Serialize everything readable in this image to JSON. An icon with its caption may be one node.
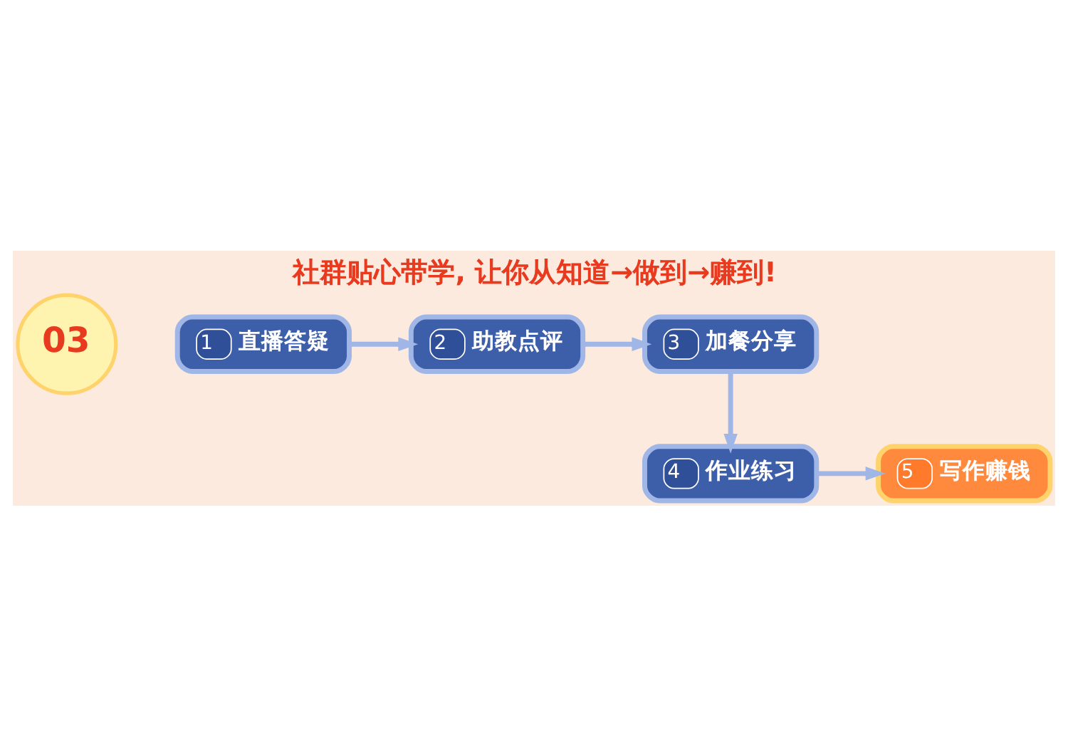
{
  "diagram": {
    "title": "社群贴心带学, 让你从知道→做到→赚到!",
    "nodes": [
      {
        "text": [
          "03"
        ]
      },
      {
        "text": [
          "1",
          "直播答疑"
        ]
      },
      {
        "text": [
          "2",
          "助教点评"
        ]
      },
      {
        "text": [
          "3",
          "加餐分享"
        ]
      },
      {
        "text": [
          "4",
          "作业练习"
        ]
      },
      {
        "text": [
          "5",
          "写作赚钱"
        ]
      }
    ],
    "edges": [
      {
        "from": 1,
        "to": 2,
        "arrow": "to"
      },
      {
        "from": 2,
        "to": 3,
        "arrow": "to"
      },
      {
        "from": 3,
        "to": 4,
        "arrow": "to"
      },
      {
        "from": 4,
        "to": 5,
        "arrow": "to"
      }
    ]
  }
}
